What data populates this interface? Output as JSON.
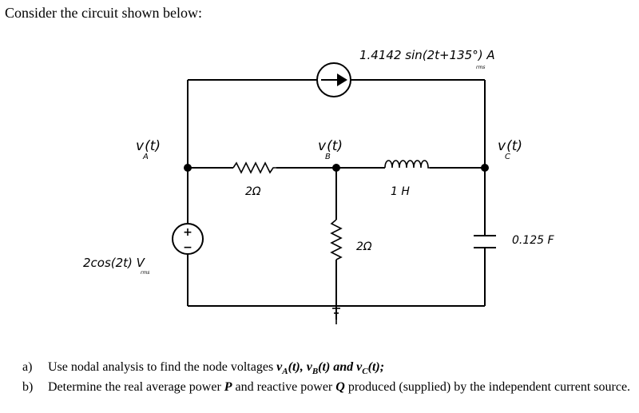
{
  "intro": "Consider the circuit shown below:",
  "circuit": {
    "current_source": {
      "label": "1.4142 sin(2t+135°) A",
      "unit_sub": "rms"
    },
    "voltage_source": {
      "label": "2cos(2t) V",
      "unit_sub": "rms",
      "plus": "+",
      "minus": "−"
    },
    "nodes": {
      "A": {
        "v": "v",
        "sub": "A",
        "tail": "(t)"
      },
      "B": {
        "v": "v",
        "sub": "B",
        "tail": "(t)"
      },
      "C": {
        "v": "v",
        "sub": "C",
        "tail": "(t)"
      }
    },
    "components": {
      "r1": "2Ω",
      "inductor": "1 H",
      "r2": "2Ω",
      "capacitor": "0.125 F"
    }
  },
  "questions": {
    "a": {
      "letter": "a)",
      "text_1": "Use nodal analysis to find the node voltages ",
      "vars": "v",
      "a_sub": "A",
      "sep_1": "(t), v",
      "b_sub": "B",
      "sep_2": "(t) and v",
      "c_sub": "C",
      "end": "(t);"
    },
    "b": {
      "letter": "b)",
      "text_1": "Determine the real average power ",
      "p": "P",
      "text_2": " and reactive power ",
      "q": "Q",
      "text_3": " produced (supplied) by the independent current source."
    }
  }
}
